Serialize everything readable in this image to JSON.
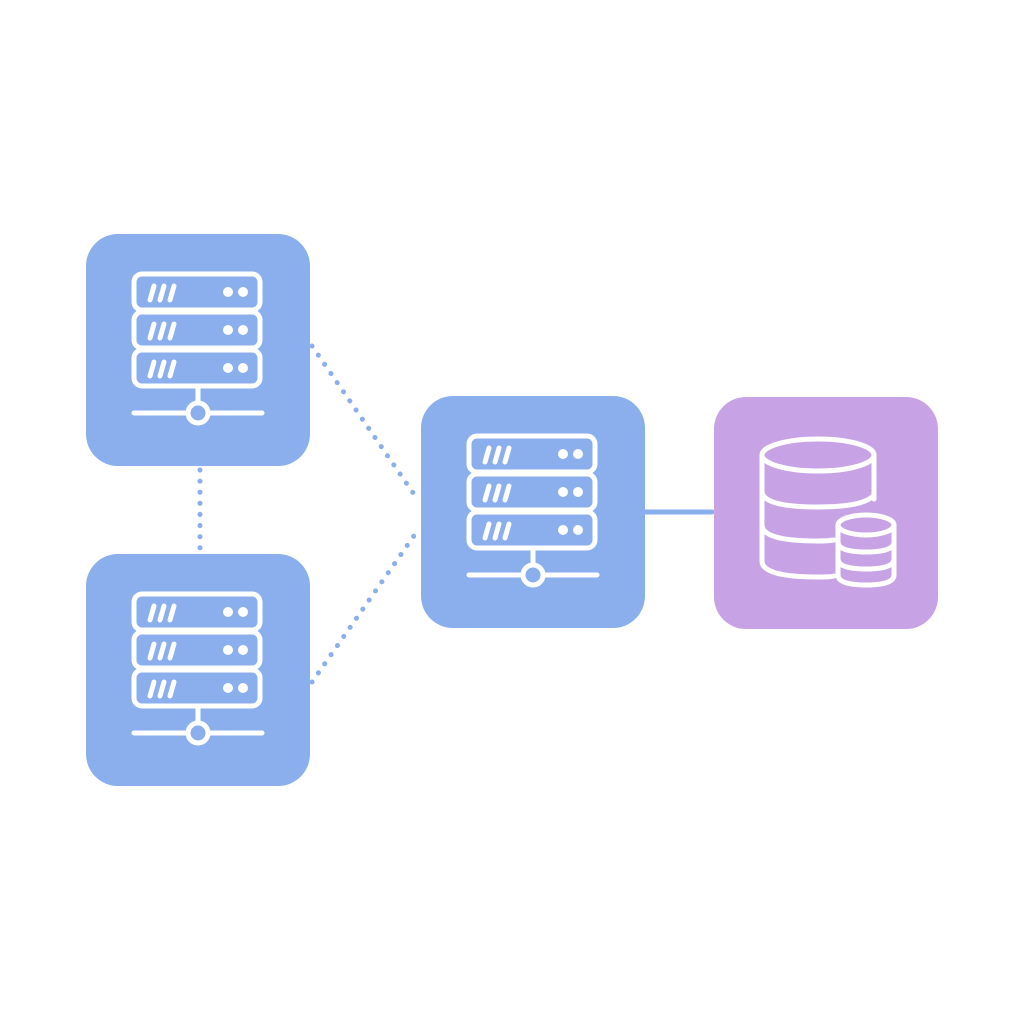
{
  "diagram": {
    "colors": {
      "background": "#ffffff",
      "server_tile": "#8AAFEC",
      "database_tile": "#C7A3E6",
      "connector": "#8AAFEC",
      "icon_stroke": "#ffffff"
    },
    "nodes": [
      {
        "id": "server-top-left",
        "kind": "server",
        "icon": "server-rack-icon"
      },
      {
        "id": "server-bottom-left",
        "kind": "server",
        "icon": "server-rack-icon"
      },
      {
        "id": "server-center",
        "kind": "server",
        "icon": "server-rack-icon"
      },
      {
        "id": "database",
        "kind": "database",
        "icon": "database-icon"
      }
    ],
    "edges": [
      {
        "from": "server-top-left",
        "to": "server-bottom-left",
        "style": "dotted"
      },
      {
        "from": "server-top-left",
        "to": "server-center",
        "style": "dotted"
      },
      {
        "from": "server-bottom-left",
        "to": "server-center",
        "style": "dotted"
      },
      {
        "from": "server-center",
        "to": "database",
        "style": "solid"
      }
    ]
  }
}
